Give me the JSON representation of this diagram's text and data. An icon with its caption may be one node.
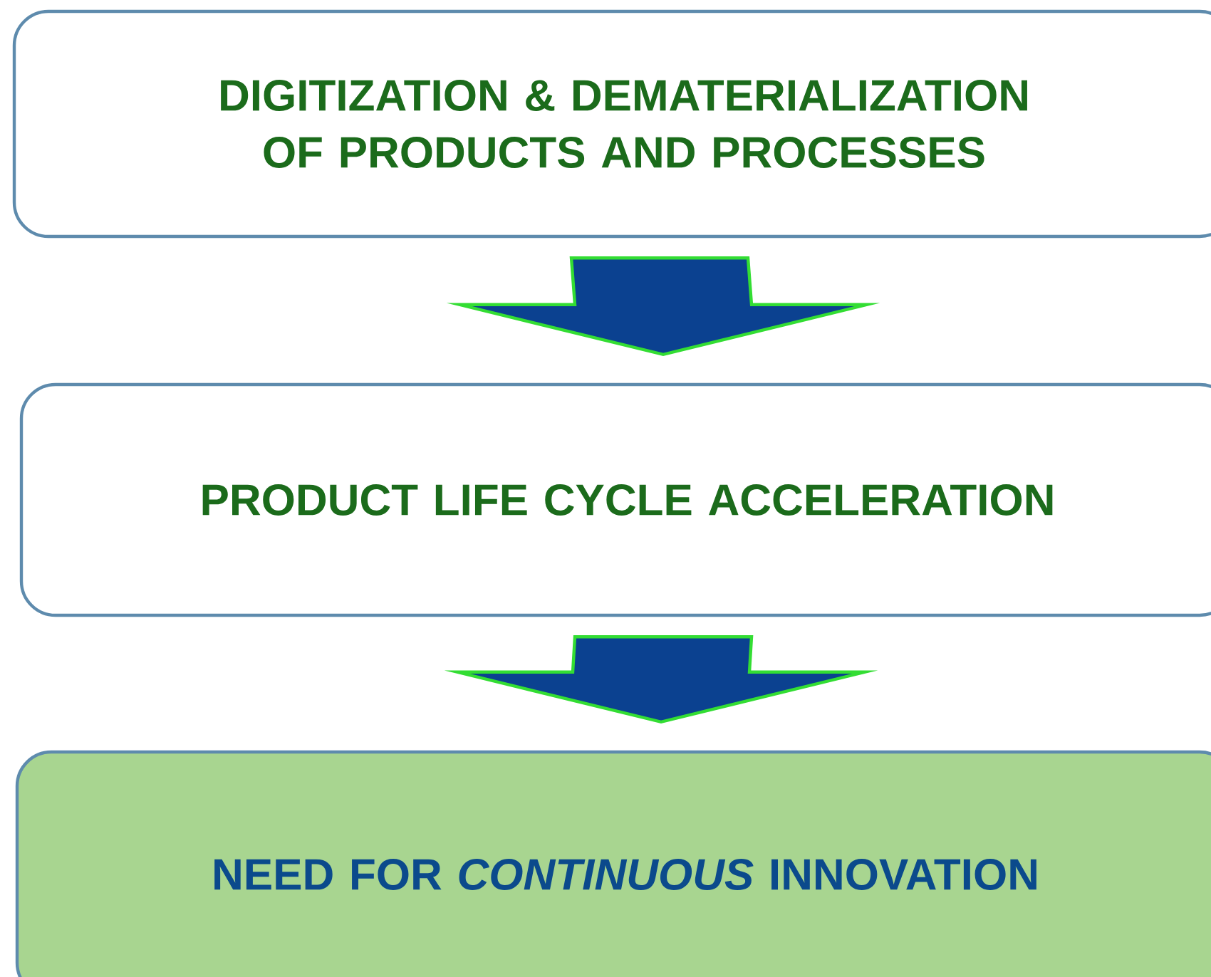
{
  "diagram": {
    "nodes": [
      {
        "text": [
          "DIGITIZATION & DEMATERIALIZATION OF PRODUCTS AND PROCESSES"
        ]
      },
      {
        "text": [
          "PRODUCT LIFE CYCLE ACCELERATION"
        ]
      },
      {
        "text": [
          "NEED FOR *CONTINUOUS* INNOVATION"
        ]
      }
    ],
    "edges": [
      {
        "from": 0,
        "to": 1,
        "arrow": "to"
      },
      {
        "from": 1,
        "to": 2,
        "arrow": "to"
      }
    ]
  }
}
